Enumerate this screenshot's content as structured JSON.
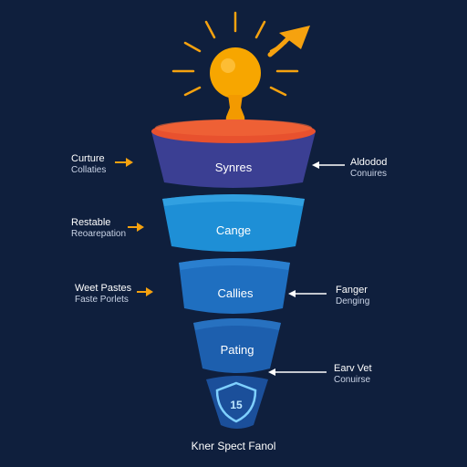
{
  "colors": {
    "background": "#0f1f3d",
    "sun": "#f7a600",
    "sun_rays": "#f6a20f",
    "arrow_accent": "#f6a20f",
    "top_rim": "#e8512e",
    "layer1": "#3b3f93",
    "layer2": "#1e8fd6",
    "layer3": "#1f6fc0",
    "layer4": "#1d5fae",
    "layer5": "#1b4f9a",
    "connector": "#ffffff"
  },
  "icons": {
    "sun": "lightbulb-sun-icon",
    "trend": "trend-arrow-icon",
    "shield": "shield-icon"
  },
  "funnel": {
    "layers": [
      {
        "label": "Synres"
      },
      {
        "label": "Cange"
      },
      {
        "label": "Callies"
      },
      {
        "label": "Pating"
      }
    ]
  },
  "left_labels": [
    {
      "main": "Curture",
      "sub": "Collaties"
    },
    {
      "main": "Restable",
      "sub": "Reoarepation"
    },
    {
      "main": "Weet Pastes",
      "sub": "Faste Porlets"
    }
  ],
  "right_labels": [
    {
      "main": "Aldodod",
      "sub": "Conuires"
    },
    {
      "main": "Fanger",
      "sub": "Denging"
    },
    {
      "main": "Earv Vet",
      "sub": "Conuirse"
    }
  ],
  "footer": {
    "title": "Kner Spect Fanol"
  },
  "shield_text": "15"
}
